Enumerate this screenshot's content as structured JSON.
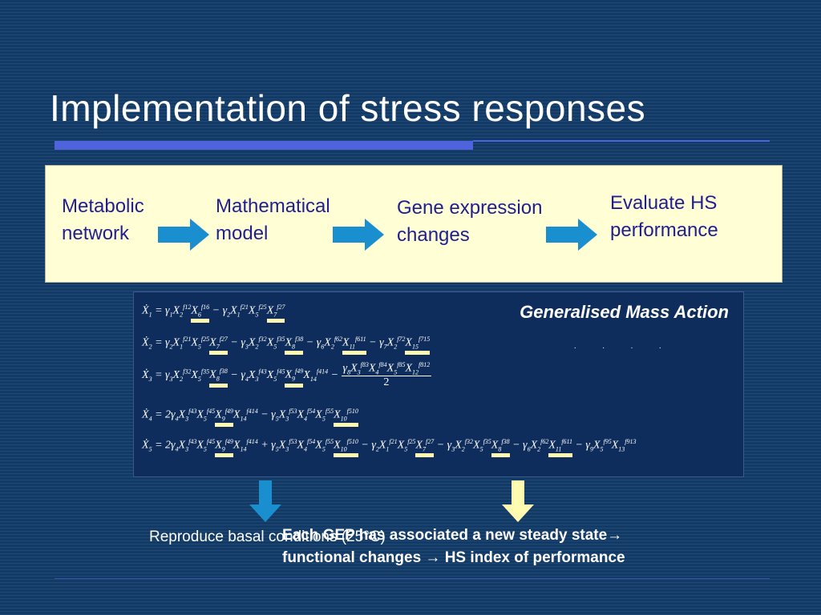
{
  "slide": {
    "title": "Implementation of stress responses"
  },
  "flow": {
    "steps": [
      {
        "line1": "Metabolic",
        "line2": "network"
      },
      {
        "line1": "Mathematical",
        "line2": "model"
      },
      {
        "line1": "Gene expression",
        "line2": "changes"
      },
      {
        "line1": "Evaluate HS",
        "line2": "performance"
      }
    ],
    "arrow_color": "#1a8fd0"
  },
  "equations": {
    "heading": "Generalised Mass Action"
  },
  "bottom": {
    "left_text": "Reproduce basal conditions (25°C)",
    "right_line1": "Each GEP has associated a  new steady state→",
    "right_line2": "functional changes → HS index of performance",
    "left_arrow_color": "#1a8fd0",
    "right_arrow_color": "#fffbb0"
  },
  "colors": {
    "background": "#123a66",
    "accent_rule": "#4f63dc",
    "flowbox_fill": "#fffed4",
    "step_text": "#1f1f8f",
    "equation_box": "#0f2d5c",
    "highlight": "#fffbb0"
  }
}
